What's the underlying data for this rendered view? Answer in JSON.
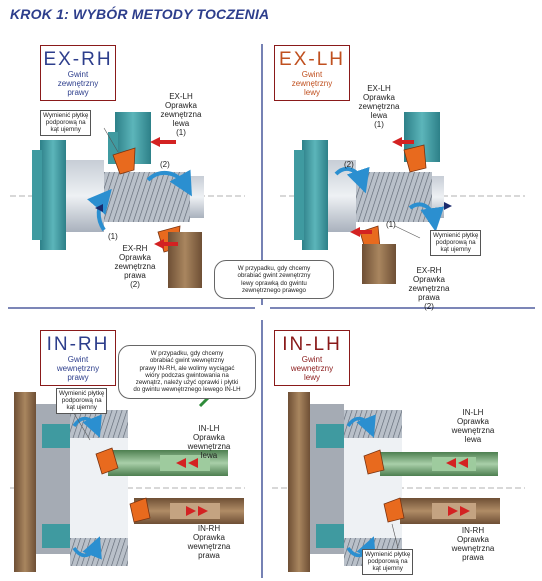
{
  "title": "KROK 1: WYBÓR METODY TOCZENIA",
  "colors": {
    "title_blue": "#2d3e8c",
    "frame_red": "#8a1a1a",
    "ex_rh_accent": "#2d3e8c",
    "ex_lh_accent": "#c0501f",
    "teal": "#3f9aa0",
    "steel": "#9aa3b0",
    "brown": "#8c6a4c",
    "insert_orange": "#e86a1e",
    "arrow_blue": "#2b8fd0",
    "arrow_red": "#d32222",
    "arrow_green": "#2e8b3a"
  },
  "quadrants": [
    {
      "id": "ex-rh",
      "code": "EX-RH",
      "desc": [
        "Gwint",
        "zewnętrzny",
        "prawy"
      ],
      "holders": [
        {
          "name": [
            "EX-LH",
            "Oprawka",
            "zewnętrzna",
            "lewa"
          ],
          "marker": "(1)"
        },
        {
          "name": [
            "EX-RH",
            "Oprawka",
            "zewnętrzna",
            "prawa"
          ],
          "marker": "(2)"
        }
      ],
      "note": [
        "Wymienić płytkę",
        "podporową na",
        "kąt ujemny"
      ],
      "markers": [
        "(2)",
        "(1)"
      ]
    },
    {
      "id": "ex-lh",
      "code": "EX-LH",
      "desc": [
        "Gwint",
        "zewnętrzny",
        "lewy"
      ],
      "holders": [
        {
          "name": [
            "EX-LH",
            "Oprawka",
            "zewnętrzna",
            "lewa"
          ],
          "marker": "(1)"
        },
        {
          "name": [
            "EX-RH",
            "Oprawka",
            "zewnętrzna",
            "prawa"
          ],
          "marker": "(2)"
        }
      ],
      "note": [
        "Wymienić płytkę",
        "podporową na",
        "kąt ujemny"
      ],
      "bubble": [
        "W przypadku, gdy chcemy",
        "obrabiać gwint zewnętrzny",
        "lewy oprawką do gwintu",
        "zewnętrznego prawego"
      ],
      "markers": [
        "(2)",
        "(1)"
      ]
    },
    {
      "id": "in-rh",
      "code": "IN-RH",
      "desc": [
        "Gwint",
        "wewnętrzny",
        "prawy"
      ],
      "holders": [
        {
          "name": [
            "IN-LH",
            "Oprawka",
            "wewnętrzna",
            "lewa"
          ]
        },
        {
          "name": [
            "IN-RH",
            "Oprawka",
            "wewnętrzna",
            "prawa"
          ]
        }
      ],
      "note": [
        "Wymienić płytkę",
        "podporową na",
        "kąt ujemny"
      ],
      "bubble": [
        "W przypadku, gdy chcemy",
        "obrabiać gwint wewnętrzny",
        "prawy IN-RH, ale wolimy wyciągać",
        "wióry podczas gwintowania na",
        "zewnątrz, należy użyć oprawki i płytki",
        "do gwintu wewnętrznego lewego IN-LH"
      ]
    },
    {
      "id": "in-lh",
      "code": "IN-LH",
      "desc": [
        "Gwint",
        "wewnętrzny",
        "lewy"
      ],
      "holders": [
        {
          "name": [
            "IN-LH",
            "Oprawka",
            "wewnętrzna",
            "lewa"
          ]
        },
        {
          "name": [
            "IN-RH",
            "Oprawka",
            "wewnętrzna",
            "prawa"
          ]
        }
      ],
      "note": [
        "Wymienić płytkę",
        "podporową na",
        "kąt ujemny"
      ]
    }
  ]
}
